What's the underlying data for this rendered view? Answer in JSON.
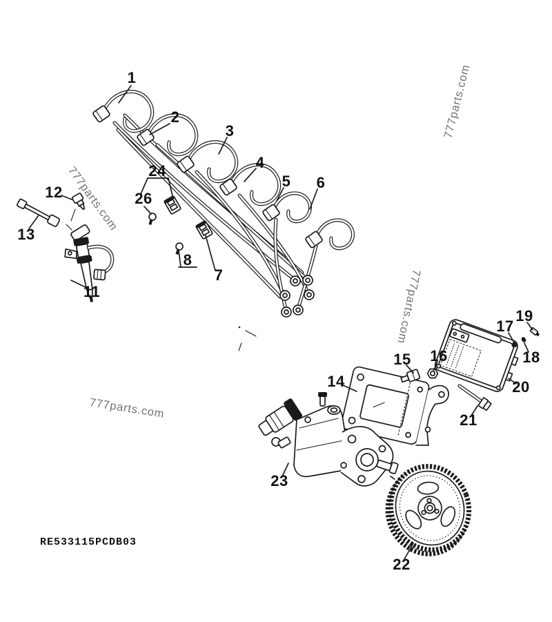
{
  "colors": {
    "background": "#ffffff",
    "line_art": "#1a1a1a",
    "watermark": "#4f4f4f",
    "label": "#111111"
  },
  "drawing_code": "RE533115PCDB03",
  "watermark": {
    "text": "777parts.com"
  },
  "part_labels": [
    {
      "number": "1"
    },
    {
      "number": "2"
    },
    {
      "number": "3"
    },
    {
      "number": "4"
    },
    {
      "number": "5"
    },
    {
      "number": "6"
    },
    {
      "number": "7"
    },
    {
      "number": "8"
    },
    {
      "number": "11"
    },
    {
      "number": "12"
    },
    {
      "number": "13"
    },
    {
      "number": "14"
    },
    {
      "number": "15"
    },
    {
      "number": "16"
    },
    {
      "number": "17"
    },
    {
      "number": "18"
    },
    {
      "number": "19"
    },
    {
      "number": "20"
    },
    {
      "number": "21"
    },
    {
      "number": "22"
    },
    {
      "number": "23"
    },
    {
      "number": "24"
    },
    {
      "number": "26"
    }
  ]
}
